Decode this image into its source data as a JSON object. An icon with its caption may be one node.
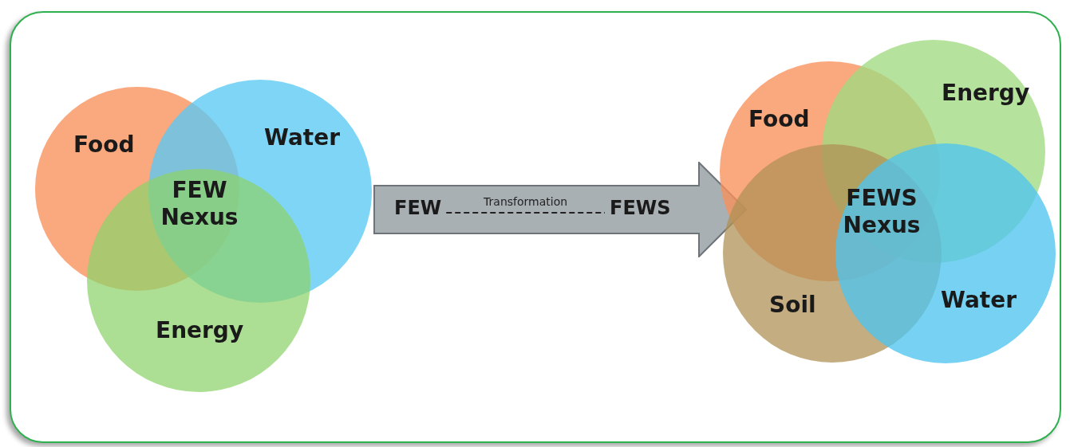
{
  "diagram": {
    "nodes": [
      {
        "text": [
          "Food"
        ]
      },
      {
        "text": [
          "Water"
        ]
      },
      {
        "text": [
          "Energy"
        ]
      },
      {
        "text": [],
        "shape": "arrow"
      },
      {
        "text": [
          "FEW"
        ],
        "in": 3
      },
      {
        "text": [
          "FEWS"
        ],
        "in": 3
      },
      {
        "text": [
          "Food"
        ]
      },
      {
        "text": [
          "Energy"
        ]
      },
      {
        "text": [
          "Soil"
        ]
      },
      {
        "text": [
          "Water"
        ]
      }
    ],
    "edges": [
      {
        "from": 4,
        "to": 5,
        "arrow": "none",
        "style": "dashed",
        "label": "Transformation"
      }
    ],
    "labels": [
      "FEW Nexus",
      "FEWS Nexus"
    ]
  }
}
